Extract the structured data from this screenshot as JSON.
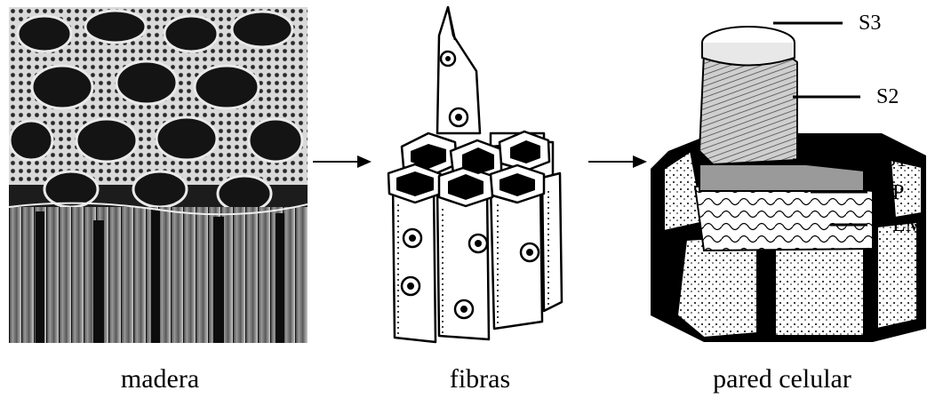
{
  "captions": {
    "wood": "madera",
    "fibers": "fibras",
    "cell_wall": "pared celular"
  },
  "wall_layers": {
    "s3": "S3",
    "s2": "S2",
    "s1": "S1",
    "p": "P",
    "lm": "LM"
  },
  "icons": {
    "arrow_1": "right-arrow-icon",
    "arrow_2": "right-arrow-icon"
  }
}
